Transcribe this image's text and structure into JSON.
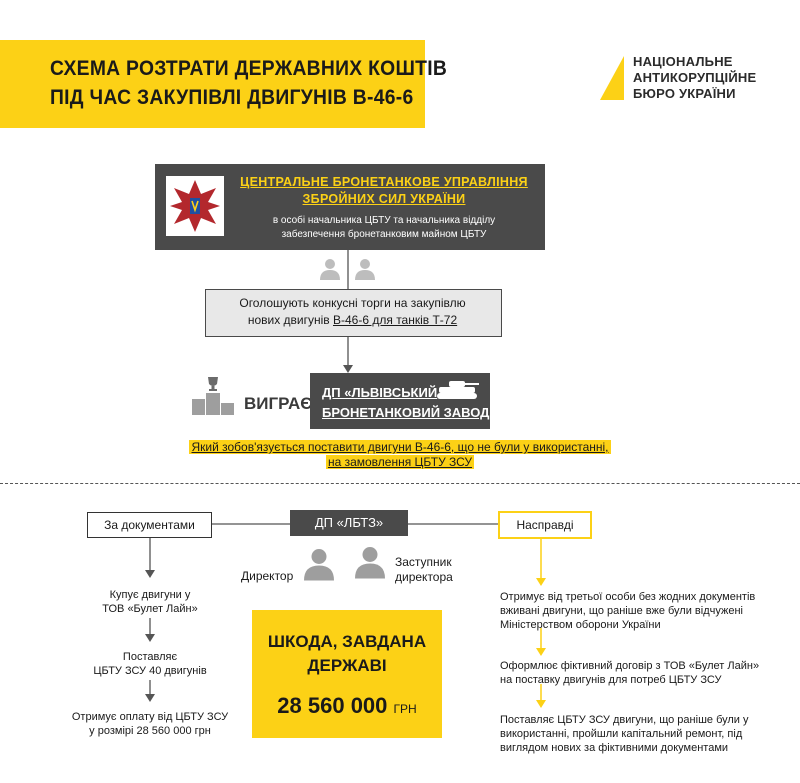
{
  "title": {
    "line1": "СХЕМА РОЗТРАТИ ДЕРЖАВНИХ КОШТІВ",
    "line2": "ПІД ЧАС ЗАКУПІВЛІ ДВИГУНІВ В-46-6"
  },
  "logo": {
    "line1": "НАЦІОНАЛЬНЕ",
    "line2": "АНТИКОРУПЦІЙНЕ",
    "line3": "БЮРО УКРАЇНИ"
  },
  "ctbu": {
    "title1": "ЦЕНТРАЛЬНЕ БРОНЕТАНКОВЕ УПРАВЛІННЯ",
    "title2": "ЗБРОЙНИХ СИЛ УКРАЇНИ",
    "sub1": "в особі начальника ЦБТУ та начальника відділу",
    "sub2": "забезпечення бронетанковим майном ЦБТУ"
  },
  "tender": {
    "line1": "Оголошують конкусні торги на закупівлю",
    "line2_plain": "нових двигунів ",
    "line2_link": "В-46-6 для танків Т-72"
  },
  "winner": {
    "label": "ВИГРАЄ",
    "line1": "ДП «ЛЬВІВСЬКИЙ",
    "line2": "БРОНЕТАНКОВИЙ ЗАВОД»"
  },
  "obligation": {
    "line1": "Який зобов'язується поставити двигуни В-46-6, що не були у використанні,",
    "line2": "на замовлення ЦБТУ ЗСУ"
  },
  "bottom": {
    "docs_label": "За документами",
    "dp_label": "ДП «ЛБТЗ»",
    "real_label": "Насправді",
    "director": "Директор",
    "deputy1": "Заступник",
    "deputy2": "директора"
  },
  "docs_steps": [
    {
      "l1": "Купує двигуни у",
      "l2": "ТОВ «Булет Лайн»"
    },
    {
      "l1": "Поставляє",
      "l2": "ЦБТУ ЗСУ 40 двигунів"
    },
    {
      "l1": "Отримує оплату від ЦБТУ ЗСУ",
      "l2": "у розмірі 28 560 000 грн"
    }
  ],
  "real_steps": [
    {
      "l1": "Отримує від третьої особи без жодних документів",
      "l2": "вживані двигуни, що раніше вже були відчужені",
      "l3": "Міністерством оборони України"
    },
    {
      "l1": "Оформлює фіктивний договір з ТОВ «Булет Лайн»",
      "l2": "на поставку двигунів для потреб ЦБТУ ЗСУ"
    },
    {
      "l1": "Поставляє ЦБТУ ЗСУ двигуни, що раніше були у",
      "l2": "використанні, пройшли капітальний ремонт, під",
      "l3": "виглядом нових за фіктивними документами"
    }
  ],
  "damage": {
    "line1": "ШКОДА, ЗАВДАНА",
    "line2": "ДЕРЖАВІ",
    "amount": "28 560 000",
    "currency": "ГРН"
  },
  "colors": {
    "accent": "#fcd116",
    "dark": "#4a4a4a",
    "emblem_red": "#b3282d"
  }
}
